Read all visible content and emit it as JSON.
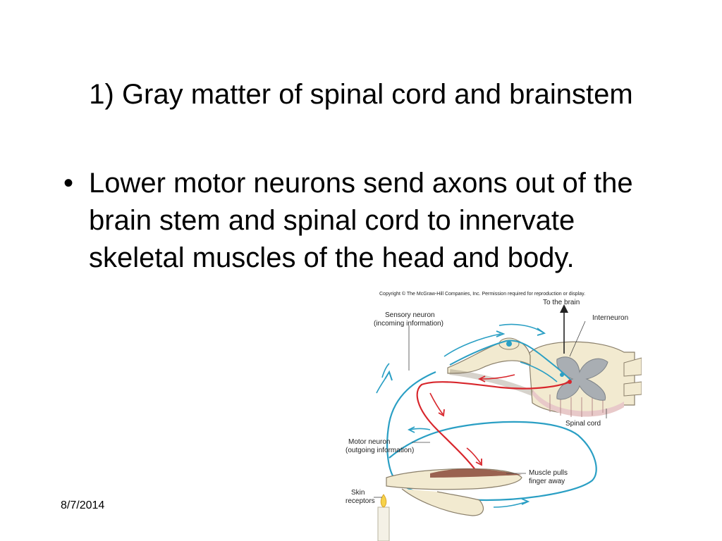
{
  "slide": {
    "title": "1) Gray matter of spinal cord and brainstem",
    "bullets": [
      "Lower motor neurons send axons out of the brain stem and spinal cord to innervate skeletal muscles of the head and body."
    ],
    "footer_date": "8/7/2014"
  },
  "figure": {
    "copyright": "Copyright © The McGraw-Hill Companies, Inc. Permission required for reproduction or display.",
    "labels": {
      "to_brain": "To the brain",
      "sensory_neuron": "Sensory neuron",
      "sensory_info": "(incoming information)",
      "interneuron": "Interneuron",
      "spinal_cord": "Spinal cord",
      "motor_neuron": "Motor neuron",
      "motor_info": "(outgoing information)",
      "muscle_1": "Muscle pulls",
      "muscle_2": "finger away",
      "skin_1": "Skin",
      "skin_2": "receptors"
    },
    "colors": {
      "sensory": "#2a9fc4",
      "motor": "#d8262c",
      "gray_matter": "#a9aeb3",
      "white_matter": "#f2ead0",
      "root_tint": "#e8c9c9"
    }
  }
}
